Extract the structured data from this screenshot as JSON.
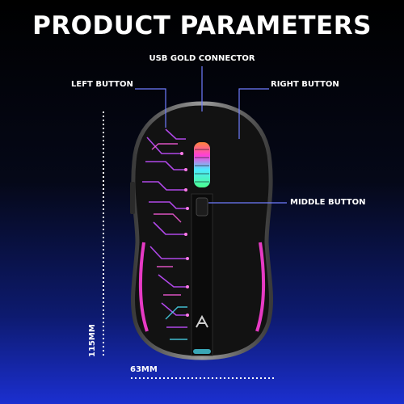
{
  "title": "PRODUCT PARAMETERS",
  "callouts": {
    "usb": "USB GOLD CONNECTOR",
    "left": "LEFT BUTTON",
    "right": "RIGHT BUTTON",
    "middle": "MIDDLE BUTTON"
  },
  "dimensions": {
    "height": "115MM",
    "width": "63MM"
  },
  "colors": {
    "callout_line": "#6f7cff",
    "glow_pink": "#ff3fd8",
    "glow_purple": "#9b3bff",
    "glow_cyan": "#4de8ff",
    "mouse_body": "#141414",
    "mouse_side": "#8a8a8a"
  }
}
